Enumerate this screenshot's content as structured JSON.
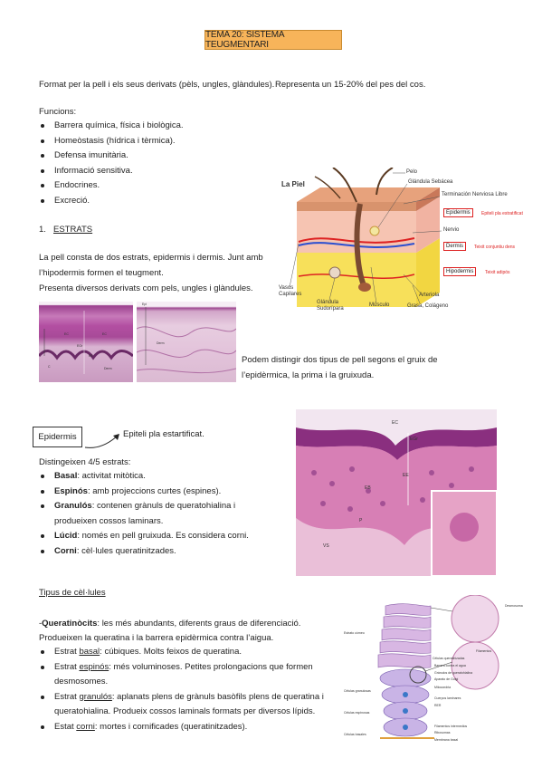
{
  "title": "TEMA 20: SISTEMA TEUGMENTARI",
  "intro": {
    "left": "Format per la pell i els seus derivats (pèls, ungles, glàndules).",
    "right": "Representa un 15-20% del pes del cos."
  },
  "functions": {
    "heading": "Funcions:",
    "items": [
      "Barrera química, física i biològica.",
      "Homeòstasis (hídrica i tèrmica).",
      "Defensa imunitària.",
      "Informació sensitiva.",
      "Endocrines.",
      "Excreció."
    ]
  },
  "section1": {
    "number": "1.",
    "title": "ESTRATS",
    "p1": "La pell consta de dos estrats, epidermis i dermis. Junt amb",
    "p2": "l’hipodermis formen el teugment.",
    "p3": "Presenta diversos derivats com pels, ungles i glàndules."
  },
  "skin_diagram": {
    "title": "La Piel",
    "labels": {
      "pelo": "Pelo",
      "glandula_sebacea": "Glándula Sebácea",
      "terminacion": "Terminación Nerviosa Libre",
      "nervio": "Nervio",
      "vasos1": "Vasos",
      "vasos2": "Capilares",
      "glandula_sud1": "Glándula",
      "glandula_sud2": "Sudorípara",
      "musculo": "Músculo",
      "arteriola": "Arteriola",
      "grasa": "Grasa, Colágeno"
    },
    "layers": [
      {
        "name": "Epidermis",
        "note": "Epiteli pla estratificat"
      },
      {
        "name": "Dermis",
        "note": "Teixit conjuntiu dens"
      },
      {
        "name": "Hipodermis",
        "note": "Teixit adipós"
      }
    ]
  },
  "histo_labels": {
    "ec": "EC",
    "egr": "EGr",
    "ee": "EE",
    "eb": "EB",
    "derm": "Derm",
    "epi": "Epi",
    "c": "C",
    "p": "P",
    "pl": "PL",
    "vs": "VS"
  },
  "two_types": {
    "l1": "Podem distingir dos tipus de pell segons el gruix de",
    "l2": "l’epidèrmica, la prima i la gruixuda."
  },
  "epidermis": {
    "box": "Epidermis",
    "arrow_text": "Epiteli pla estartificat.",
    "heading": "Distingeixen 4/5 estrats:",
    "strata": [
      {
        "name": "Basal",
        "desc": ": activitat mitòtica."
      },
      {
        "name": "Espinós",
        "desc": ": amb projeccions curtes (espines)."
      },
      {
        "name": "Granulós",
        "desc": ": contenen grànuls de queratohialina i",
        "desc2": "produeixen cossos laminars."
      },
      {
        "name": "Lúcid",
        "desc": ": només en pell gruixuda. Es considera corni."
      },
      {
        "name": "Corni",
        "desc": ": cèl·lules queratinitzades."
      }
    ]
  },
  "cell_types": {
    "title": "Tipus de cèl·lules",
    "kera_prefix": "-",
    "kera_name": "Queratinòcits",
    "kera_desc": ": les més abundants, diferents graus de diferenciació.",
    "kera_line2": "Produeixen la queratina i la barrera epidèrmica contra l’aigua.",
    "items": [
      {
        "pre": "Estrat ",
        "name": "basal",
        "desc": ": cúbiques. Molts feixos de queratina."
      },
      {
        "pre": "Estrat ",
        "name": "espinós",
        "desc": ": més voluminoses. Petites prolongacions que formen",
        "desc2": "desmosomes."
      },
      {
        "pre": "Estrat ",
        "name": "granulós",
        "desc": ": aplanats plens de grànuls basòfils plens de queratina i",
        "desc2": "queratohialina. Produeix cossos laminals formats per diversos lípids."
      },
      {
        "pre": "Estat ",
        "name": "corni",
        "desc": ": mortes i cornificades (queratinitzades)."
      }
    ]
  },
  "kera_diagram": {
    "labels": [
      "Desmosoma",
      "Filamentos",
      "Células queratinizadas",
      "Estrato córneo",
      "Gránulos de queratohialina",
      "Aparato de Golgi",
      "Mitocondria",
      "Cuerpos laminares",
      "RER",
      "Membrana basal",
      "Ribosomas",
      "Filamentos intermedios",
      "Células basales",
      "Células espinosas",
      "Células granulosas",
      "Barrera contra el agua"
    ]
  }
}
